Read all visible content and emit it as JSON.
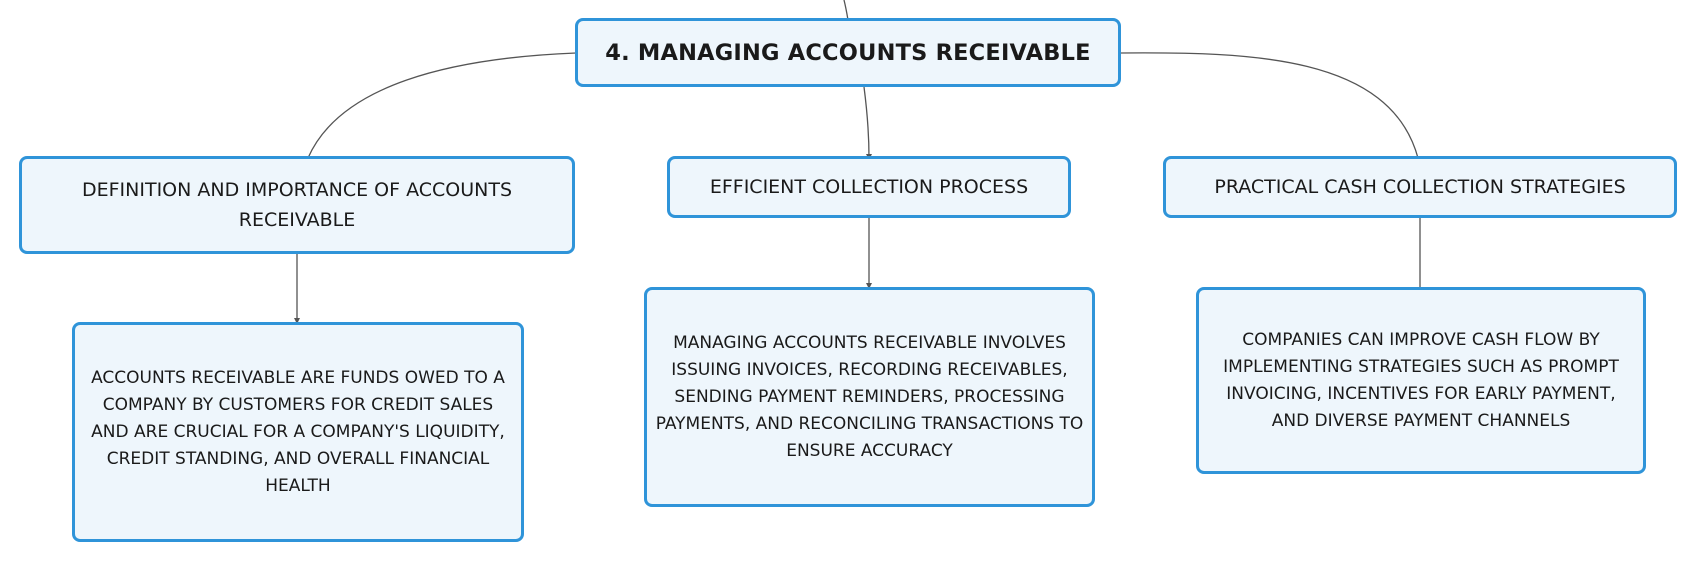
{
  "root": {
    "label": "4. MANAGING ACCOUNTS RECEIVABLE"
  },
  "branches": [
    {
      "label": "DEFINITION AND IMPORTANCE OF ACCOUNTS RECEIVABLE",
      "detail": "ACCOUNTS RECEIVABLE ARE FUNDS OWED TO A COMPANY BY CUSTOMERS FOR CREDIT SALES AND ARE CRUCIAL FOR A COMPANY'S LIQUIDITY, CREDIT STANDING, AND OVERALL FINANCIAL HEALTH"
    },
    {
      "label": "EFFICIENT COLLECTION PROCESS",
      "detail": "MANAGING ACCOUNTS RECEIVABLE INVOLVES ISSUING INVOICES, RECORDING RECEIVABLES, SENDING PAYMENT REMINDERS, PROCESSING PAYMENTS, AND RECONCILING TRANSACTIONS TO ENSURE ACCURACY"
    },
    {
      "label": "PRACTICAL CASH COLLECTION STRATEGIES",
      "detail": "COMPANIES CAN IMPROVE CASH FLOW BY IMPLEMENTING STRATEGIES SUCH AS PROMPT INVOICING, INCENTIVES FOR EARLY PAYMENT, AND DIVERSE PAYMENT CHANNELS"
    }
  ],
  "colors": {
    "node_fill": "#eef6fc",
    "node_border": "#2f94d9",
    "connector": "#555555"
  }
}
